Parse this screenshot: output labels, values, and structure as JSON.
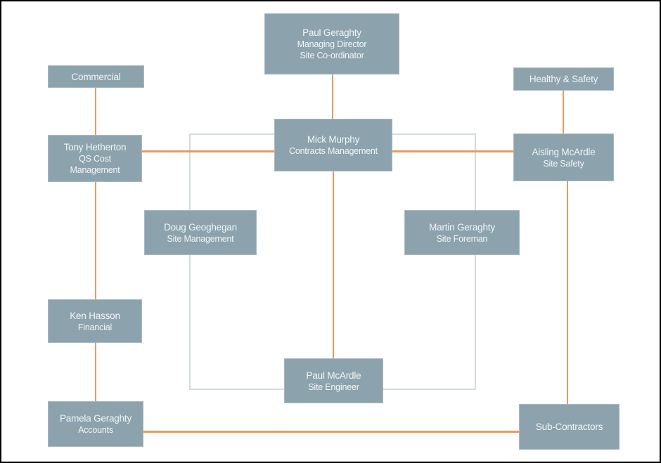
{
  "colors": {
    "box_fill": "#8ca3ae",
    "box_border": "#a7b9c2",
    "box_text": "#f2f5f5",
    "connector_orange": "#e89b5d",
    "connector_gray": "#d3dcdc",
    "canvas_border": "#000000",
    "background": "#ffffff"
  },
  "nodes": {
    "paul_geraghty": {
      "name": "Paul Geraghty",
      "role1": "Managing Director",
      "role2": "Site Co-ordinator"
    },
    "commercial": {
      "name": "Commercial"
    },
    "healthy_safety": {
      "name": "Healthy & Safety"
    },
    "tony_hetherton": {
      "name": "Tony Hetherton",
      "role1": "QS Cost",
      "role2": "Management"
    },
    "mick_murphy": {
      "name": "Mick Murphy",
      "role1": "Contracts Management"
    },
    "aisling_mcardle": {
      "name": "Aisling McArdle",
      "role1": "Site Safety"
    },
    "doug_geoghegan": {
      "name": "Doug Geoghegan",
      "role1": "Site Management"
    },
    "martin_geraghty": {
      "name": "Martin Geraghty",
      "role1": "Site Foreman"
    },
    "ken_hasson": {
      "name": "Ken Hasson",
      "role1": "Financial"
    },
    "paul_mcardle": {
      "name": "Paul McArdle",
      "role1": "Site Engineer"
    },
    "pamela_geraghty": {
      "name": "Pamela Geraghty",
      "role1": "Accounts"
    },
    "sub_contractors": {
      "name": "Sub-Contractors"
    }
  }
}
